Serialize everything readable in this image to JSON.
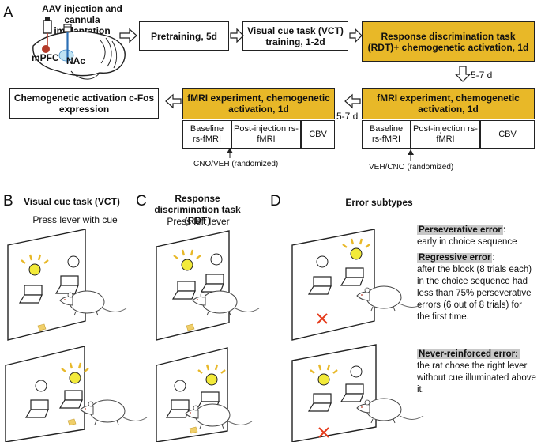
{
  "panelA": {
    "letter": "A",
    "surgery_label": "AAV injection and cannula implantation",
    "mpfc": "mPFC",
    "nac": "NAc",
    "pretraining": "Pretraining, 5d",
    "vct_training": "Visual cue task (VCT) training, 1-2d",
    "rdt": "Response discrimination task (RDT)+ chemogenetic activation, 1d",
    "gap1": "5-7 d",
    "fmri_right": "fMRI experiment, chemogenetic activation, 1d",
    "gap2": "5-7 d",
    "fmri_left": "fMRI experiment, chemogenetic activation, 1d",
    "cfos": "Chemogenetic activation c-Fos expression",
    "cells": {
      "baseline": "Baseline rs-fMRI",
      "post": "Post-injection rs-fMRI",
      "cbv": "CBV"
    },
    "injection_left": "CNO/VEH (randomized)",
    "injection_right": "VEH/CNO (randomized)"
  },
  "panelB": {
    "letter": "B",
    "title": "Visual cue task (VCT)",
    "subtitle": "Press lever with cue"
  },
  "panelC": {
    "letter": "C",
    "title": "Response discrimination task (RDT)",
    "subtitle": "Press left lever"
  },
  "panelD": {
    "letter": "D",
    "title": "Error subtypes",
    "persev_label": "Perseverative error",
    "persev_colon": ":",
    "persev_text": "early in choice sequence",
    "regress_label": "Regressive error",
    "regress_colon": ":",
    "regress_text": "after the block (8 trials each) in the choice sequence had less than 75% perseverative errors (6 out of 8 trials) for the first time.",
    "never_label": "Never-reinforced error:",
    "never_text": "the rat chose the right lever without cue illuminated above it."
  },
  "colors": {
    "gold": "#e8b828",
    "lamp": "#f2ea3a",
    "lamp_ray": "#e8b828",
    "cross": "#e53a1a",
    "pellet": "#f0cf6a"
  },
  "icons": [
    "rat-brain-icon",
    "syringe-icon",
    "cannula-icon",
    "rat-icon",
    "lever-icon",
    "cue-light-icon",
    "food-pellet-icon",
    "error-cross-icon",
    "hollow-arrow-icon"
  ]
}
